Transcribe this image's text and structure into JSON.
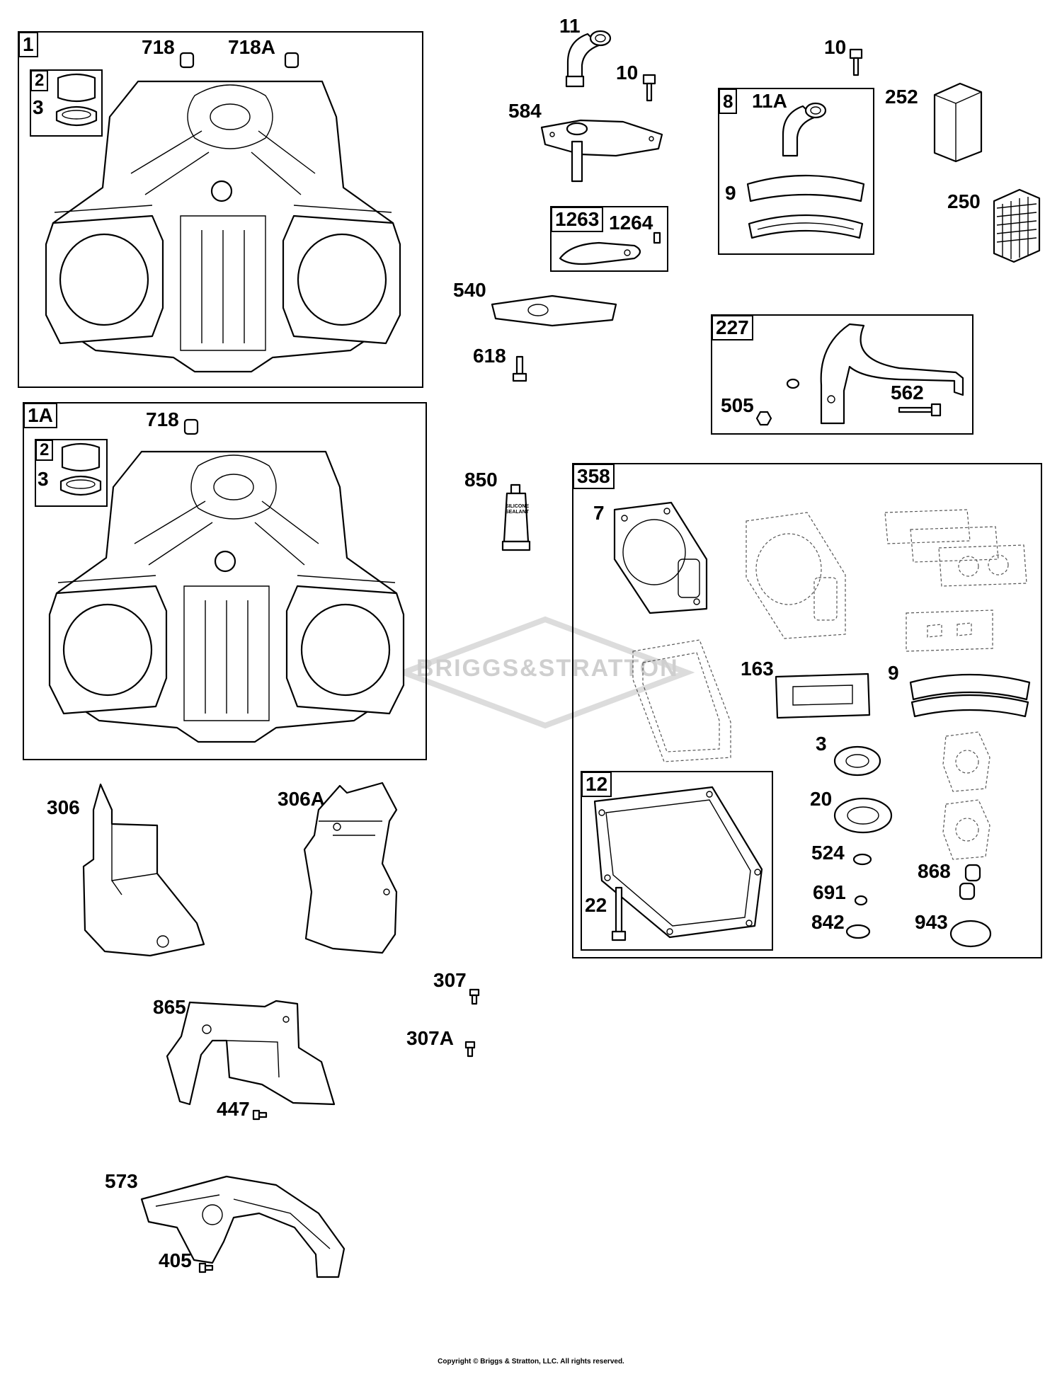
{
  "diagram": {
    "callouts": {
      "c1": "1",
      "c718_a": "718",
      "c718A": "718A",
      "c2_a": "2",
      "c3_a": "3",
      "c1A": "1A",
      "c718_b": "718",
      "c2_b": "2",
      "c3_b": "3",
      "c11": "11",
      "c10_a": "10",
      "c584": "584",
      "c1263": "1263",
      "c1264": "1264",
      "c540": "540",
      "c618": "618",
      "c850": "850",
      "c10_b": "10",
      "c8": "8",
      "c11A": "11A",
      "c9_a": "9",
      "c252": "252",
      "c250": "250",
      "c227": "227",
      "c505": "505",
      "c562": "562",
      "c358": "358",
      "c7": "7",
      "c163": "163",
      "c9_b": "9",
      "c3_c": "3",
      "c20": "20",
      "c12": "12",
      "c22": "22",
      "c524": "524",
      "c691": "691",
      "c842": "842",
      "c868": "868",
      "c943": "943",
      "c306": "306",
      "c306A": "306A",
      "c307": "307",
      "c307A": "307A",
      "c865": "865",
      "c447": "447",
      "c573": "573",
      "c405": "405"
    },
    "sealant_label": "SILICONE SEALANT",
    "watermark": "BRIGGS&STRATTON",
    "copyright": "Copyright © Briggs & Stratton, LLC. All rights reserved."
  }
}
